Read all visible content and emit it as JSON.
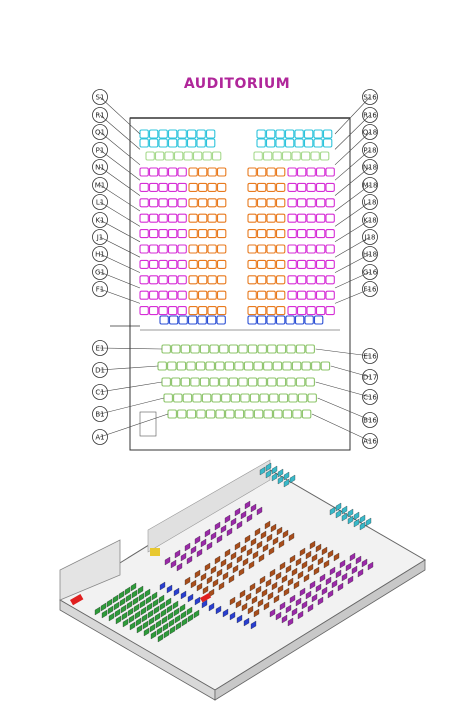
{
  "title": "AUDITORIUM",
  "colors": {
    "title": "#b0269a",
    "row_S": "#2ec4dc",
    "row_R": "#2ec4dc",
    "row_Q": "#a6d98c",
    "magenta": "#d62ed6",
    "orange": "#e87a1e",
    "blue": "#2b4fd4",
    "green": "#8cc46a",
    "iso_green": "#2e9b3a",
    "iso_brown": "#a84e1c",
    "iso_purple": "#9a2aa8",
    "iso_cyan": "#3ab8c8",
    "iso_blue": "#2a3fcf",
    "iso_red": "#e02020",
    "iso_yellow": "#e8c830"
  },
  "left_labels": [
    "S1",
    "R1",
    "Q1",
    "P1",
    "N1",
    "M1",
    "L1",
    "K1",
    "J1",
    "H1",
    "G1",
    "F1",
    "E1",
    "D1",
    "C1",
    "B1",
    "A1"
  ],
  "right_labels": [
    "S16",
    "R16",
    "Q18",
    "P18",
    "N18",
    "M18",
    "L18",
    "K18",
    "J18",
    "H18",
    "G16",
    "F16",
    "E16",
    "D17",
    "C16",
    "B16",
    "A16"
  ]
}
